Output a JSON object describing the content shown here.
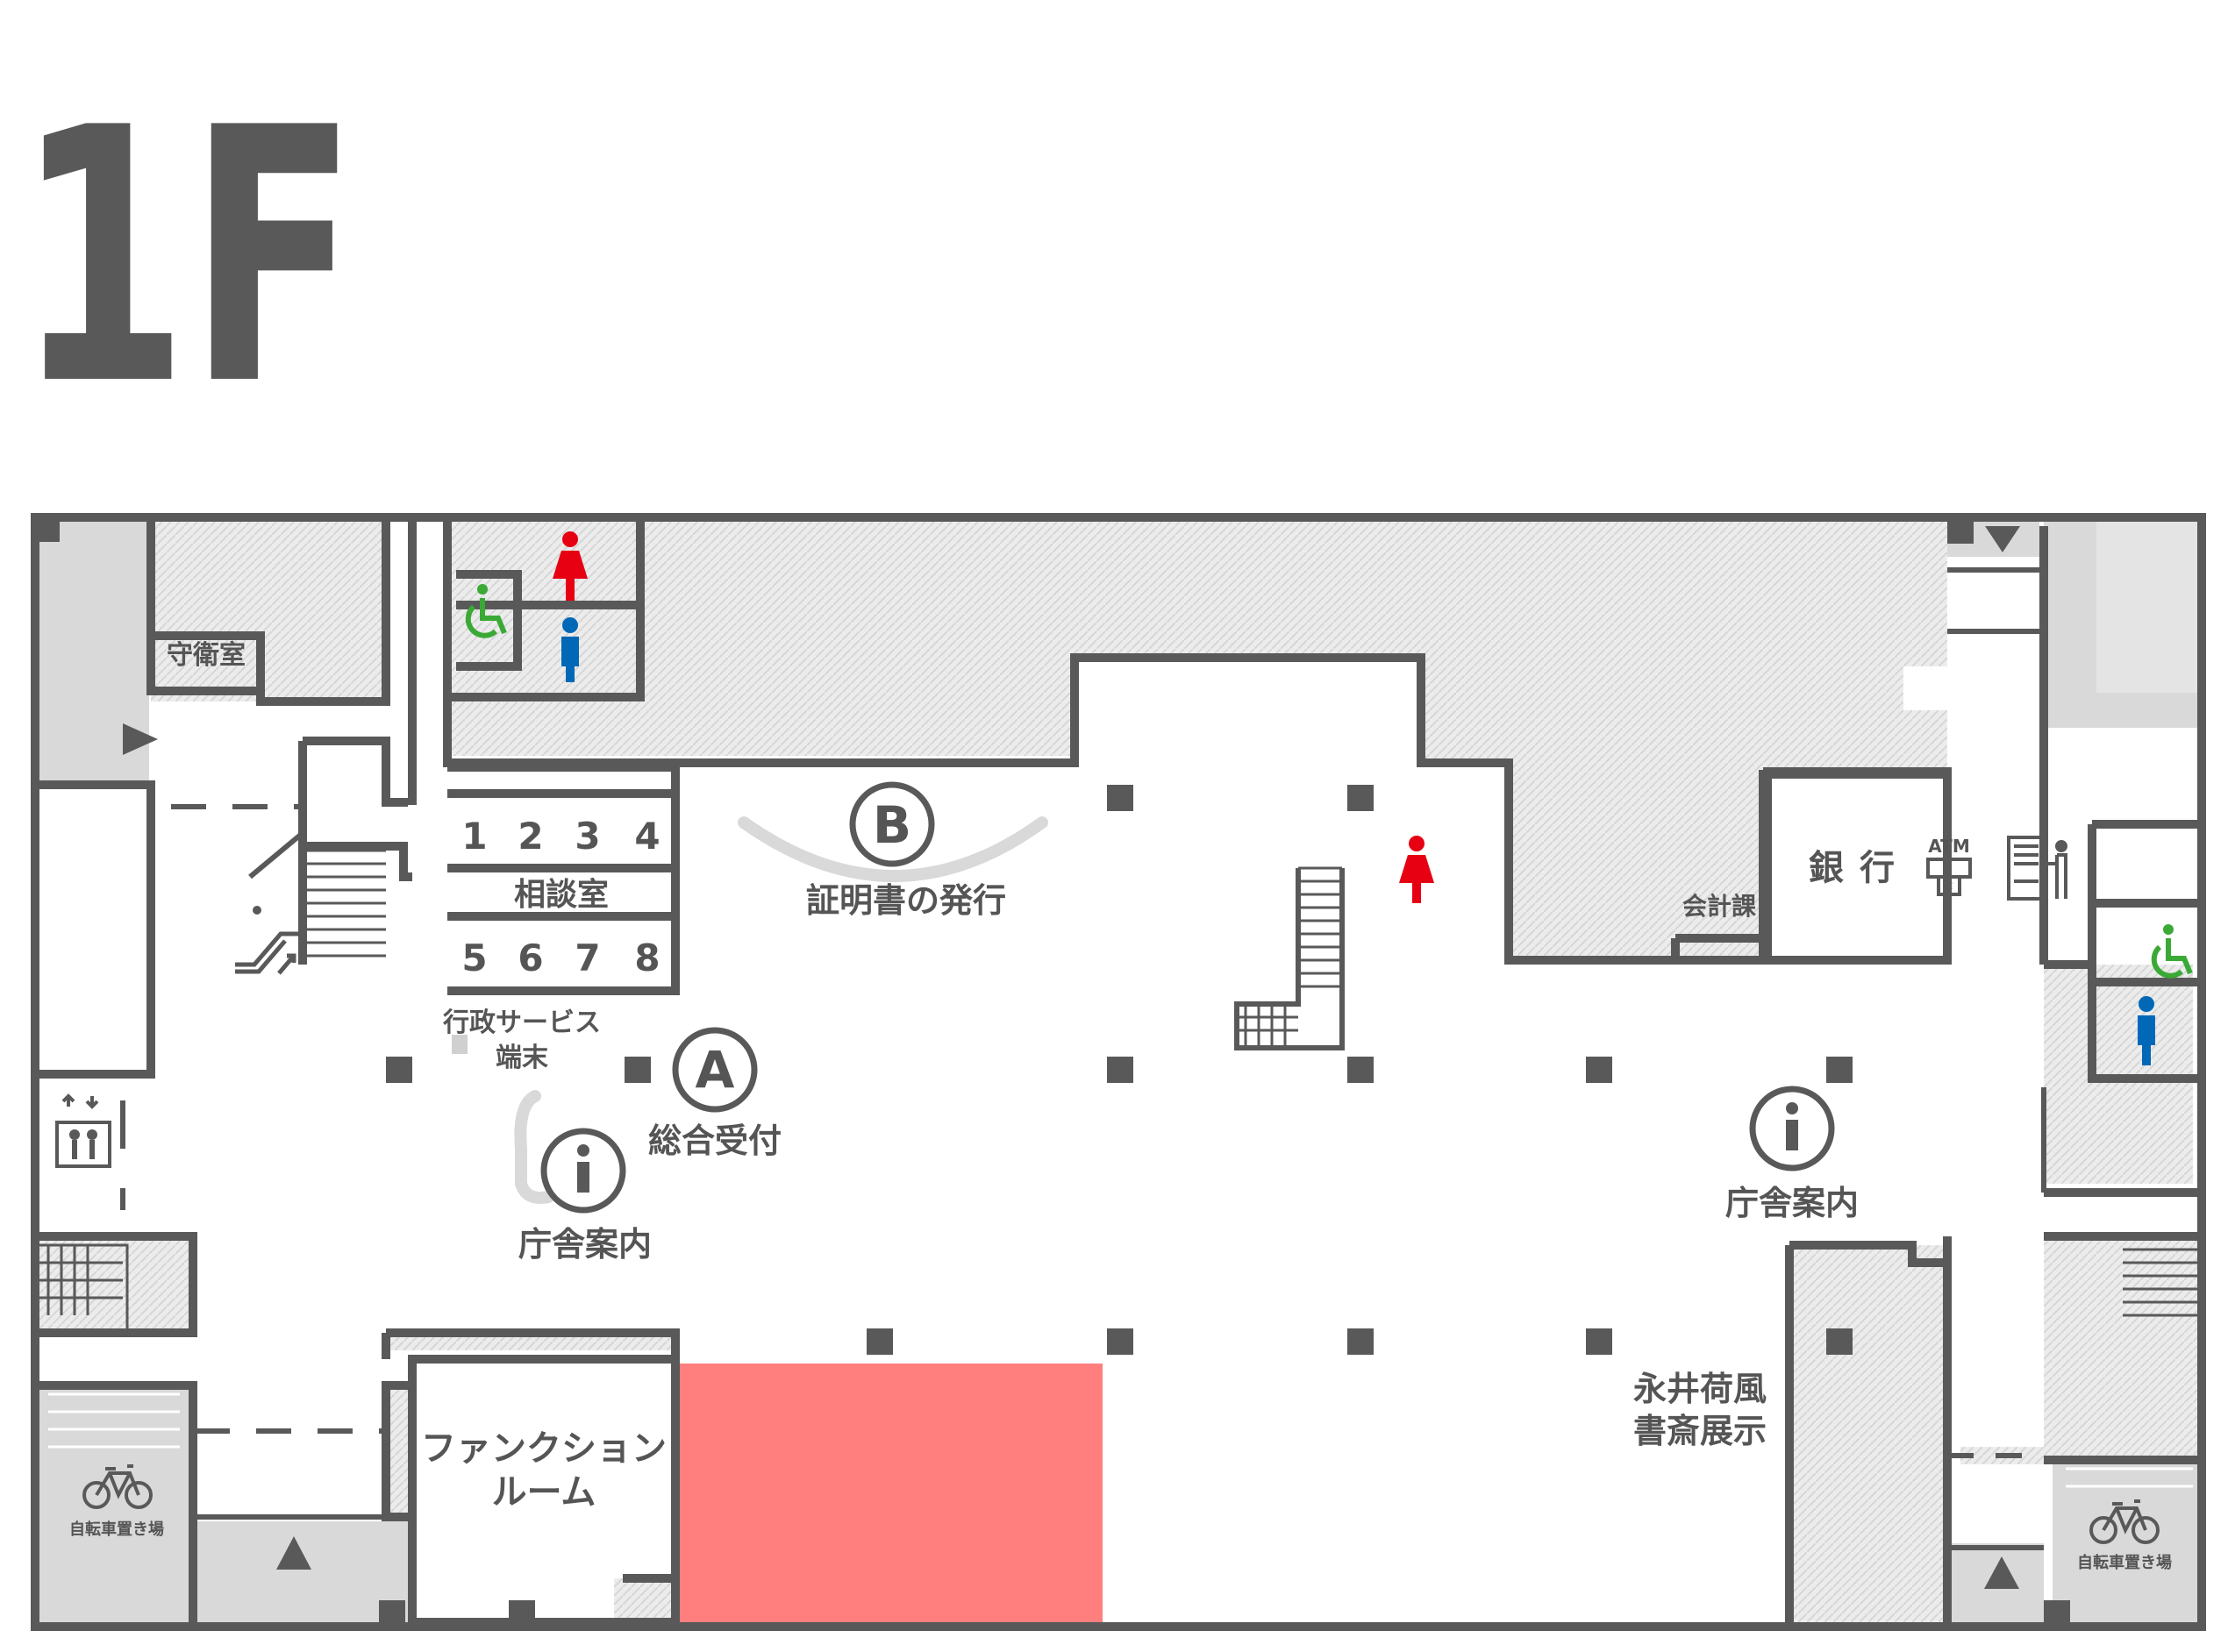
{
  "floor": "1F",
  "colors": {
    "wall": "#595959",
    "hatched_area": "#e6e6e6",
    "highlight": "#ff7f7f",
    "female": "#e60012",
    "male": "#0068b7",
    "accessible": "#3aa935",
    "text": "#555555"
  },
  "rooms": {
    "guard_room": "守衛室",
    "consultation_room": "相談室",
    "consultation_booths": [
      "1",
      "2",
      "3",
      "4",
      "5",
      "6",
      "7",
      "8"
    ],
    "admin_service_terminal_line1": "行政サービス",
    "admin_service_terminal_line2": "端末",
    "reception_marker": "A",
    "reception": "総合受付",
    "certificate_marker": "B",
    "certificate_issuance": "証明書の発行",
    "information_left": "庁舎案内",
    "information_right": "庁舎案内",
    "bank": "銀行",
    "atm": "ATM",
    "accounting": "会計課",
    "function_room_line1": "ファンクション",
    "function_room_line2": "ルーム",
    "exhibit_line1": "永井荷風",
    "exhibit_line2": "書斎展示",
    "bike_parking_left": "自転車置き場",
    "bike_parking_right": "自転車置き場"
  },
  "icons": [
    "female-restroom-icon",
    "male-restroom-icon",
    "accessible-restroom-icon",
    "elevator-icon",
    "escalator-icon",
    "information-icon",
    "bicycle-icon",
    "atm-icon",
    "ticket-machine-icon",
    "entrance-arrow-icon"
  ]
}
